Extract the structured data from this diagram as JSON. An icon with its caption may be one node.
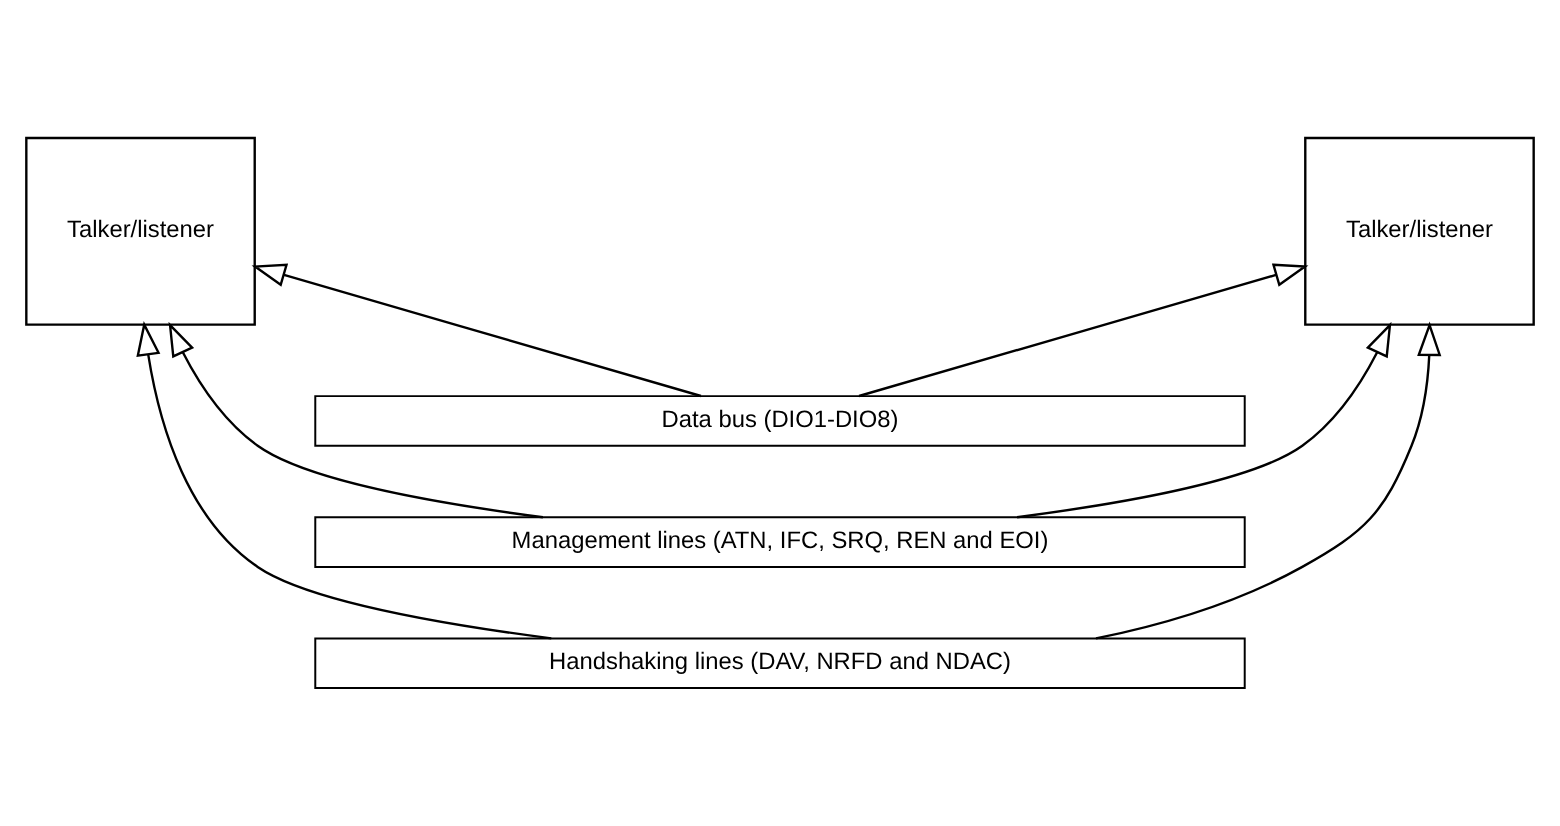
{
  "diagram": {
    "nodes": [
      {
        "text": [
          "Talker/listener"
        ]
      },
      {
        "text": [
          "Talker/listener"
        ]
      },
      {
        "text": [
          "Data bus (DIO1-DIO8)"
        ]
      },
      {
        "text": [
          "Management lines (ATN, IFC, SRQ, REN and EOI)"
        ]
      },
      {
        "text": [
          "Handshaking lines (DAV, NRFD and NDAC)"
        ]
      }
    ],
    "edges": [
      {
        "from": 4,
        "to": 0,
        "arrow": "to"
      },
      {
        "from": 2,
        "to": 0,
        "arrow": "to"
      },
      {
        "from": 3,
        "to": 0,
        "arrow": "to"
      },
      {
        "from": 4,
        "to": 1,
        "arrow": "to"
      },
      {
        "from": 2,
        "to": 1,
        "arrow": "to"
      },
      {
        "from": 3,
        "to": 1,
        "arrow": "to"
      }
    ]
  }
}
